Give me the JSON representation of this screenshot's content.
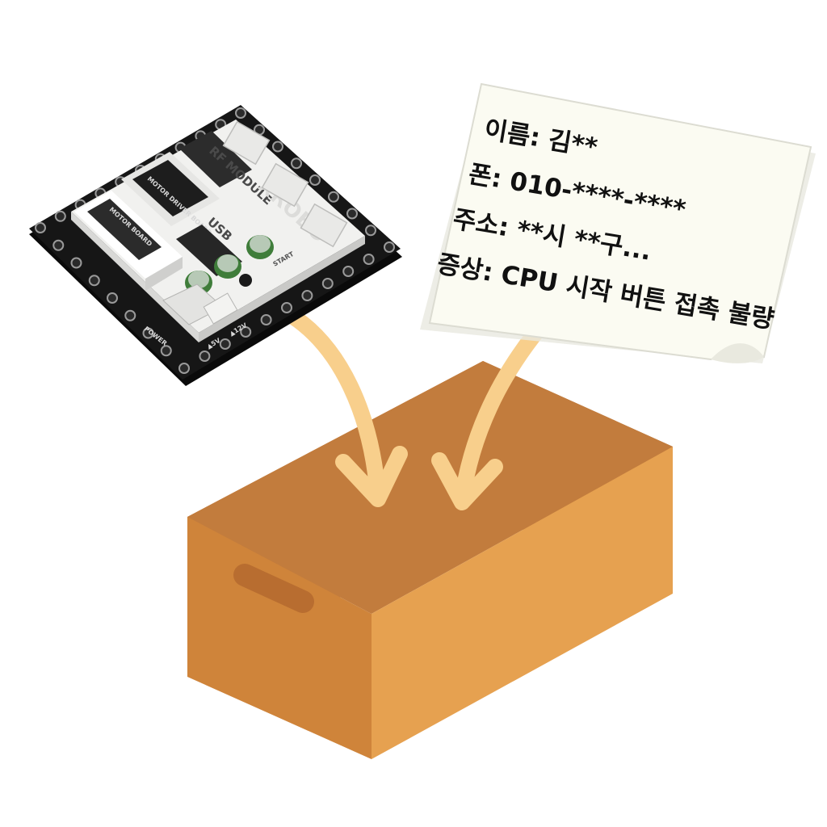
{
  "note": {
    "lines": [
      "이름: 김**",
      "폰: 010-****-****",
      "주소: **시 **구...",
      "증상: CPU 시작 버튼 접촉 불량"
    ]
  },
  "board": {
    "logo": "XROBO",
    "labels": {
      "motor_board": "MOTOR BOARD",
      "driver": "MOTOR DRIVER BOARD",
      "rf": "RF MODULE",
      "usb": "USB",
      "start": "START",
      "power": "POWER",
      "v5": "▲5V",
      "v12": "▲12V"
    }
  },
  "colors": {
    "box_front": "#cf8439",
    "box_right": "#e5a14f",
    "box_inner_back": "#b36f34",
    "box_inner_right": "#c47c3e",
    "arrow": "#f8d08f",
    "pcb_black": "#151515",
    "note_paper": "#fbfbf3"
  }
}
